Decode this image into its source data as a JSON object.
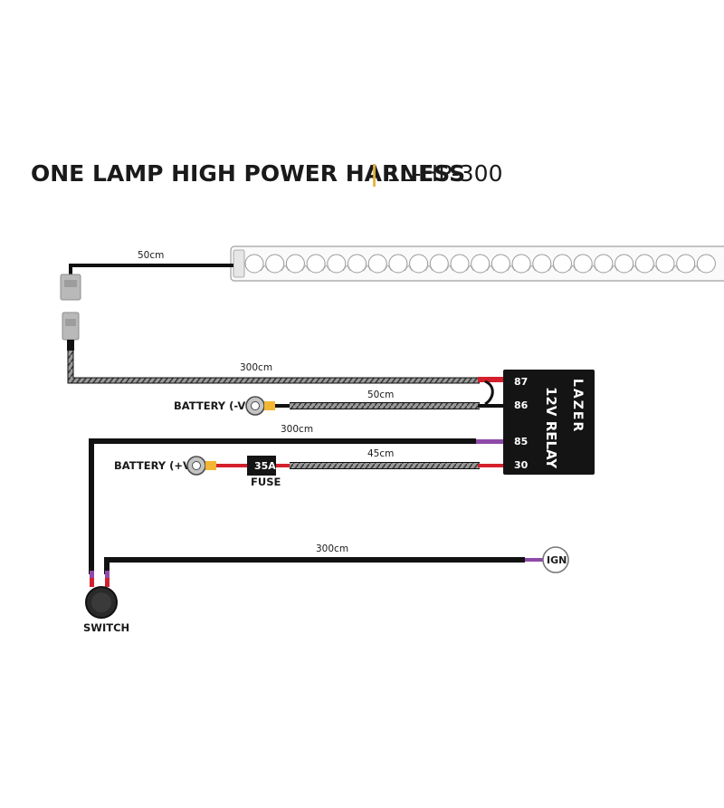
{
  "title": {
    "name": "ONE LAMP HIGH POWER HARNESS",
    "separator": "|",
    "code": "1L-HP-300"
  },
  "colors": {
    "wire": "#111111",
    "braid": "#8a8a8a",
    "red": "#d4202c",
    "purple": "#8e4aa8",
    "yellow": "#f2b632",
    "accent": "#e3b23c",
    "relay": "#141414",
    "connector": "#b5b5b5"
  },
  "wires": {
    "lamp_lead": "50cm",
    "lamp_to_relay": "300cm",
    "battery_neg": "50cm",
    "relay_to_switch": "300cm",
    "battery_pos": "45cm",
    "switch_to_ign": "300cm"
  },
  "relay": {
    "label": "12V RELAY",
    "brand": "LAZER",
    "pins": [
      "87",
      "86",
      "85",
      "30"
    ]
  },
  "labels": {
    "battery_neg": "BATTERY (-VE)",
    "battery_pos": "BATTERY (+VE)",
    "fuse_rating": "35A",
    "fuse": "FUSE",
    "switch": "SWITCH",
    "ign": "IGN"
  },
  "icons": {
    "lamp": "light-bar-icon",
    "connector": "deutsch-connector-icon",
    "ring_terminal": "ring-terminal-icon",
    "fuse": "inline-fuse-icon",
    "switch": "rocker-switch-icon",
    "ign": "ignition-terminal-icon"
  }
}
